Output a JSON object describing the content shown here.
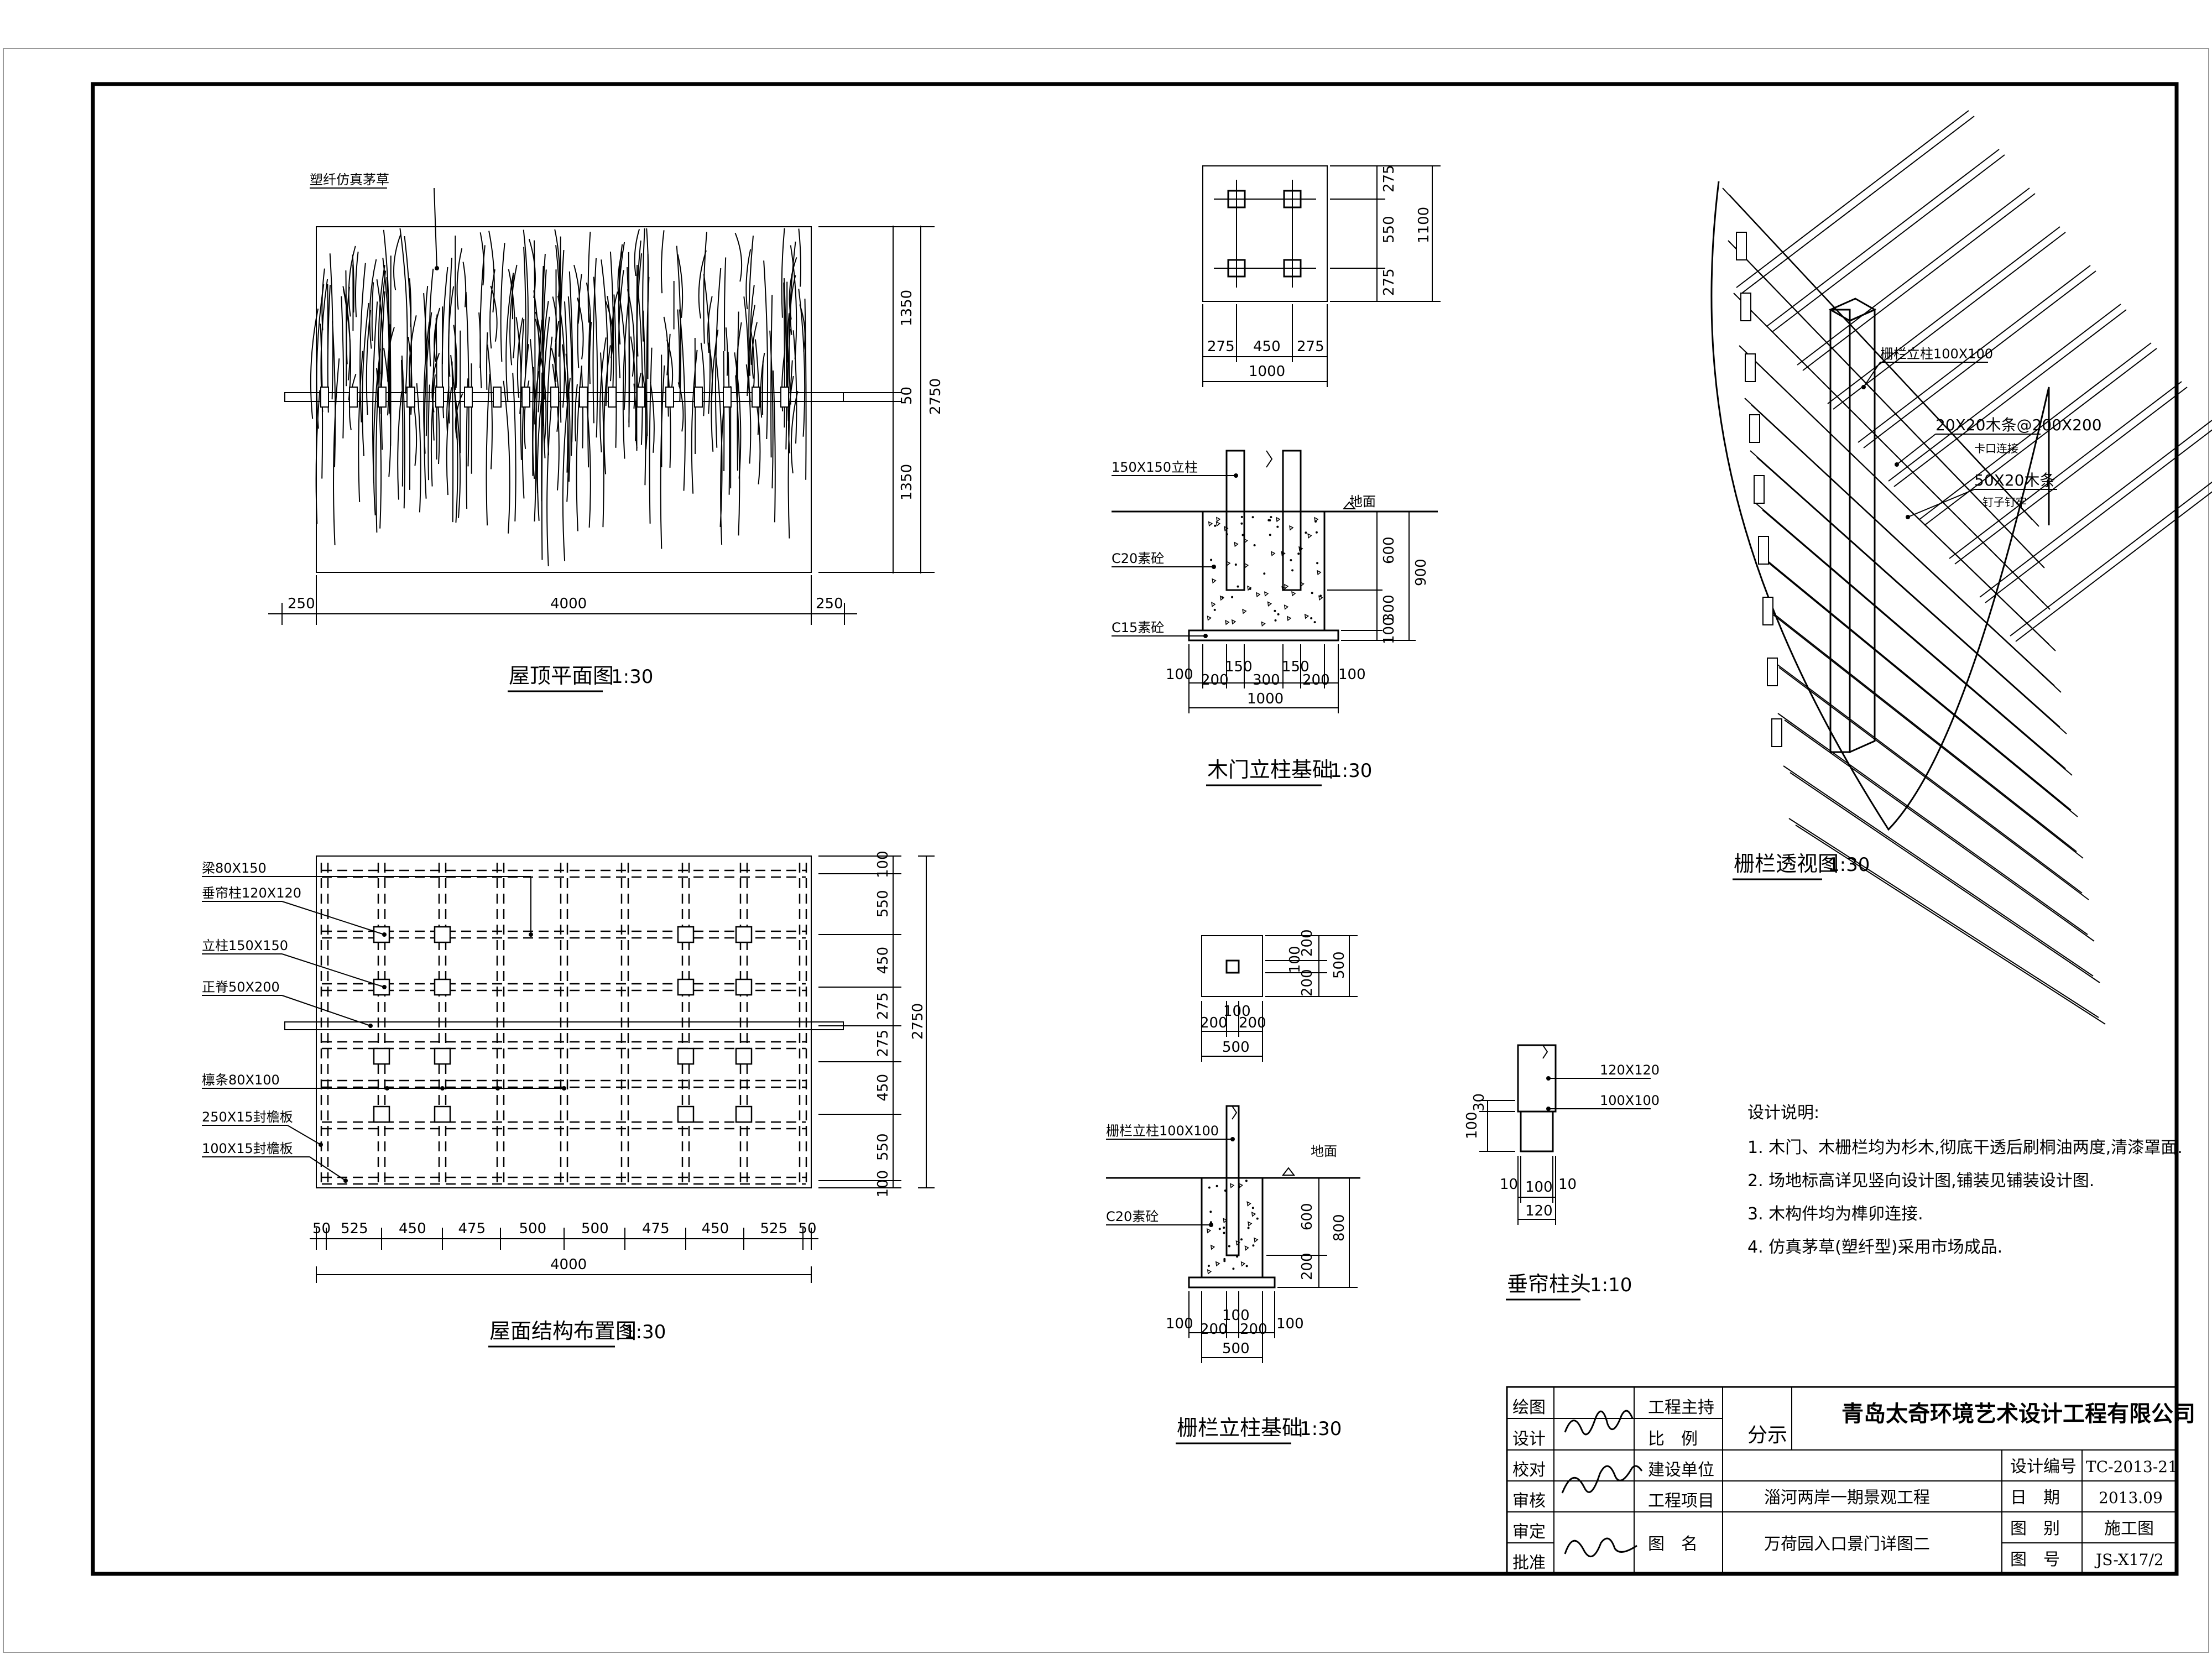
{
  "roof_plan": {
    "title": "屋顶平面图",
    "scale": "1:30",
    "label_thatch": "塑纤仿真茅草",
    "dims_bottom": [
      "250",
      "4000",
      "250"
    ],
    "dims_right": [
      "1350",
      "50",
      "1350"
    ],
    "dim_total": "2750"
  },
  "roof_structure": {
    "title": "屋面结构布置图",
    "scale": "1:30",
    "labels": [
      "梁80X150",
      "垂帘柱120X120",
      "立柱150X150",
      "正脊50X200",
      "檩条80X100",
      "250X15封檐板",
      "100X15封檐板"
    ],
    "dims_bottom": [
      "50",
      "525",
      "450",
      "475",
      "500",
      "500",
      "475",
      "450",
      "525",
      "50"
    ],
    "dim_bottom_total": "4000",
    "dims_right": [
      "100",
      "550",
      "450",
      "275",
      "275",
      "450",
      "550",
      "100"
    ],
    "dim_right_total": "2750"
  },
  "gate_foundation": {
    "title": "木门立柱基础",
    "scale": "1:30",
    "plan_dims_right": [
      "275",
      "550",
      "275"
    ],
    "plan_dim_right_total": "1100",
    "plan_dims_bottom": [
      "275",
      "450",
      "275"
    ],
    "plan_dim_bottom_total": "1000",
    "labels": [
      "150X150立柱",
      "C20素砼",
      "C15素砼",
      "地面"
    ],
    "sec_dims_right": [
      "600",
      "900",
      "300",
      "100"
    ],
    "sec_dims_bottom": [
      "100",
      "200",
      "150",
      "300",
      "150",
      "200",
      "100"
    ],
    "sec_dim_bottom_total": "1000"
  },
  "fence_perspective": {
    "title": "栅栏透视图",
    "scale": "1:30",
    "labels": [
      "栅栏立柱100X100",
      "20X20木条@200X200",
      "卡口连接",
      "50X20木条",
      "钉子钉牢"
    ]
  },
  "fence_foundation": {
    "title": "栅栏立柱基础",
    "scale": "1:30",
    "plan_dims_right": [
      "200",
      "100",
      "200"
    ],
    "plan_dim_right_total": "500",
    "plan_dims_bottom": [
      "200",
      "100",
      "200"
    ],
    "plan_dim_bottom_total": "500",
    "labels": [
      "栅栏立柱100X100",
      "C20素砼",
      "地面"
    ],
    "sec_dims_right": [
      "600",
      "800",
      "200"
    ],
    "sec_dims_bottom": [
      "100",
      "200",
      "100",
      "200",
      "100"
    ],
    "sec_dim_bottom_total": "500"
  },
  "post_head": {
    "title": "垂帘柱头",
    "scale": "1:10",
    "labels": [
      "120X120",
      "100X100"
    ],
    "dims_left": [
      "100",
      "30"
    ],
    "dims_bottom": [
      "10",
      "100",
      "10"
    ],
    "dim_bottom_total": "120"
  },
  "notes": {
    "heading": "设计说明:",
    "items": [
      "1. 木门、木栅栏均为杉木,彻底干透后刷桐油两度,清漆罩面.",
      "2. 场地标高详见竖向设计图,铺装见铺装设计图.",
      "3. 木构件均为榫卯连接.",
      "4. 仿真茅草(塑纤型)采用市场成品."
    ]
  },
  "title_block": {
    "company": "青岛太奇环境艺术设计工程有限公司",
    "rows_left": [
      "绘图",
      "设计",
      "校对",
      "审核",
      "审定",
      "批准"
    ],
    "labels_mid": [
      "工程主持",
      "比　例",
      "建设单位",
      "工程项目",
      "图　名"
    ],
    "scale_value": "分示",
    "project": "淄河两岸一期景观工程",
    "drawing_name": "万荷园入口景门详图二",
    "labels_right": [
      "设计编号",
      "日　期",
      "图　别",
      "图　号"
    ],
    "values_right": [
      "TC-2013-21",
      "2013.09",
      "施工图",
      "JS-X17/2"
    ]
  }
}
